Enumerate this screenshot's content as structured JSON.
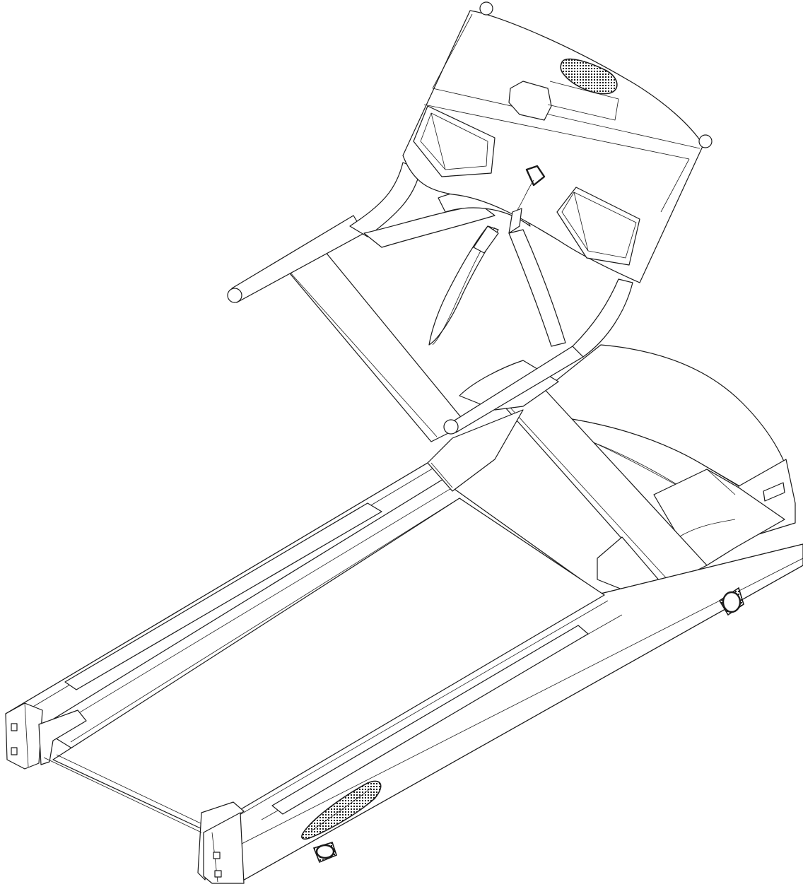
{
  "figure": {
    "subject": "treadmill",
    "style": "isometric line drawing",
    "stroke_color": "#1a1a1a",
    "background_color": "#ffffff",
    "parts": [
      "console",
      "console-display-window",
      "brand-logo-badge",
      "left-accessory-tray",
      "right-accessory-tray",
      "safety-key",
      "safety-key-cord",
      "left-handrail",
      "right-handrail",
      "left-upright-post",
      "right-upright-post",
      "crossbar",
      "motor-hood",
      "hood-vent",
      "power-switch",
      "running-deck",
      "running-belt",
      "left-side-rail",
      "right-side-rail",
      "left-foot-rail-pad",
      "right-foot-rail-pad",
      "rear-end-caps",
      "rear-roller",
      "side-logo-decal",
      "leveling-foot",
      "front-transport-wheel"
    ]
  }
}
